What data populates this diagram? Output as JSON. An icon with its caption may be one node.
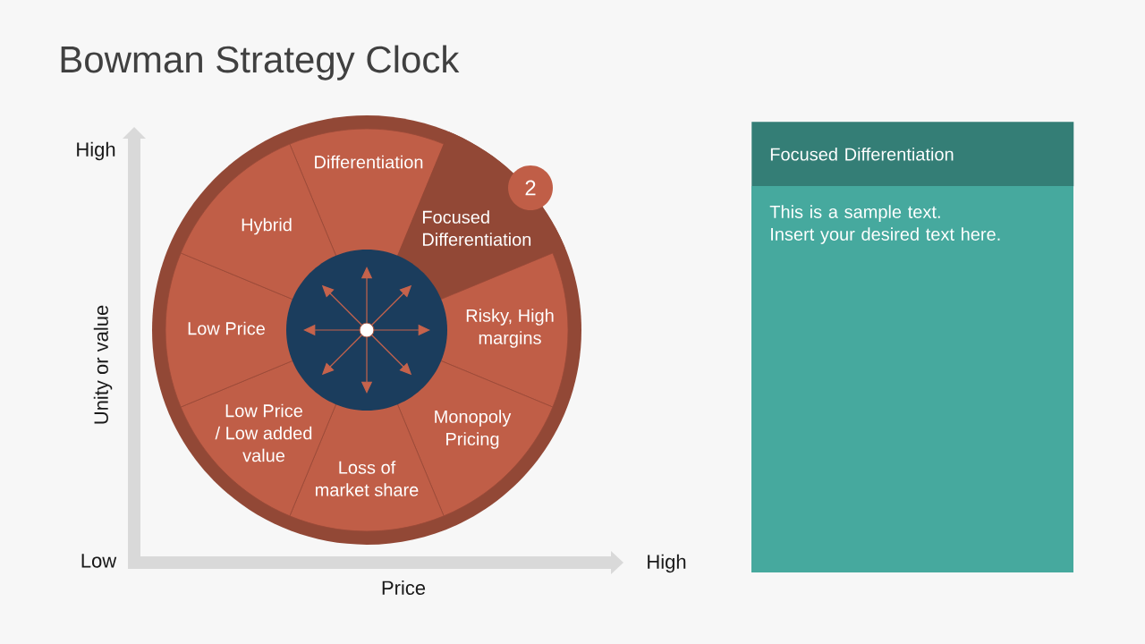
{
  "diagram": {
    "title": "Bowman Strategy Clock",
    "nodes": [
      {
        "text": [
          "Differentiation"
        ]
      },
      {
        "text": [
          "Focused Differentiation"
        ]
      },
      {
        "text": [
          "Risky, High margins"
        ]
      },
      {
        "text": [
          "Monopoly Pricing"
        ]
      },
      {
        "text": [
          "Loss of market share"
        ]
      },
      {
        "text": [
          "Low Price / Low added value"
        ]
      },
      {
        "text": [
          "Low Price"
        ]
      },
      {
        "text": [
          "Hybrid"
        ]
      },
      {
        "text": [
          "2"
        ]
      },
      {
        "text": [
          "Focused Differentiation"
        ]
      },
      {
        "text": [
          "This is a sample text.",
          "Insert your desired text here."
        ]
      }
    ],
    "labels": [
      "High",
      "Unity or value",
      "Low",
      "High",
      "Price"
    ]
  }
}
